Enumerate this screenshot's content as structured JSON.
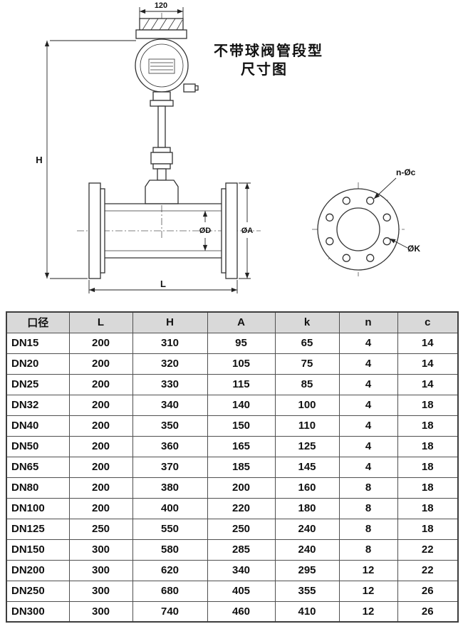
{
  "title": {
    "line1": "不带球阀管段型",
    "line2": "尺寸图"
  },
  "drawing": {
    "top_width_dim": "120",
    "height_dim": "H",
    "length_dim": "L",
    "bore_dim": "ØD",
    "flange_od_dim": "ØA",
    "bolt_holes_label": "n-Øc",
    "bolt_circle_label": "ØK"
  },
  "table": {
    "headers": [
      "口径",
      "L",
      "H",
      "A",
      "k",
      "n",
      "c"
    ],
    "rows": [
      [
        "DN15",
        "200",
        "310",
        "95",
        "65",
        "4",
        "14"
      ],
      [
        "DN20",
        "200",
        "320",
        "105",
        "75",
        "4",
        "14"
      ],
      [
        "DN25",
        "200",
        "330",
        "115",
        "85",
        "4",
        "14"
      ],
      [
        "DN32",
        "200",
        "340",
        "140",
        "100",
        "4",
        "18"
      ],
      [
        "DN40",
        "200",
        "350",
        "150",
        "110",
        "4",
        "18"
      ],
      [
        "DN50",
        "200",
        "360",
        "165",
        "125",
        "4",
        "18"
      ],
      [
        "DN65",
        "200",
        "370",
        "185",
        "145",
        "4",
        "18"
      ],
      [
        "DN80",
        "200",
        "380",
        "200",
        "160",
        "8",
        "18"
      ],
      [
        "DN100",
        "200",
        "400",
        "220",
        "180",
        "8",
        "18"
      ],
      [
        "DN125",
        "250",
        "550",
        "250",
        "240",
        "8",
        "18"
      ],
      [
        "DN150",
        "300",
        "580",
        "285",
        "240",
        "8",
        "22"
      ],
      [
        "DN200",
        "300",
        "620",
        "340",
        "295",
        "12",
        "22"
      ],
      [
        "DN250",
        "300",
        "680",
        "405",
        "355",
        "12",
        "26"
      ],
      [
        "DN300",
        "300",
        "740",
        "460",
        "410",
        "12",
        "26"
      ]
    ]
  }
}
